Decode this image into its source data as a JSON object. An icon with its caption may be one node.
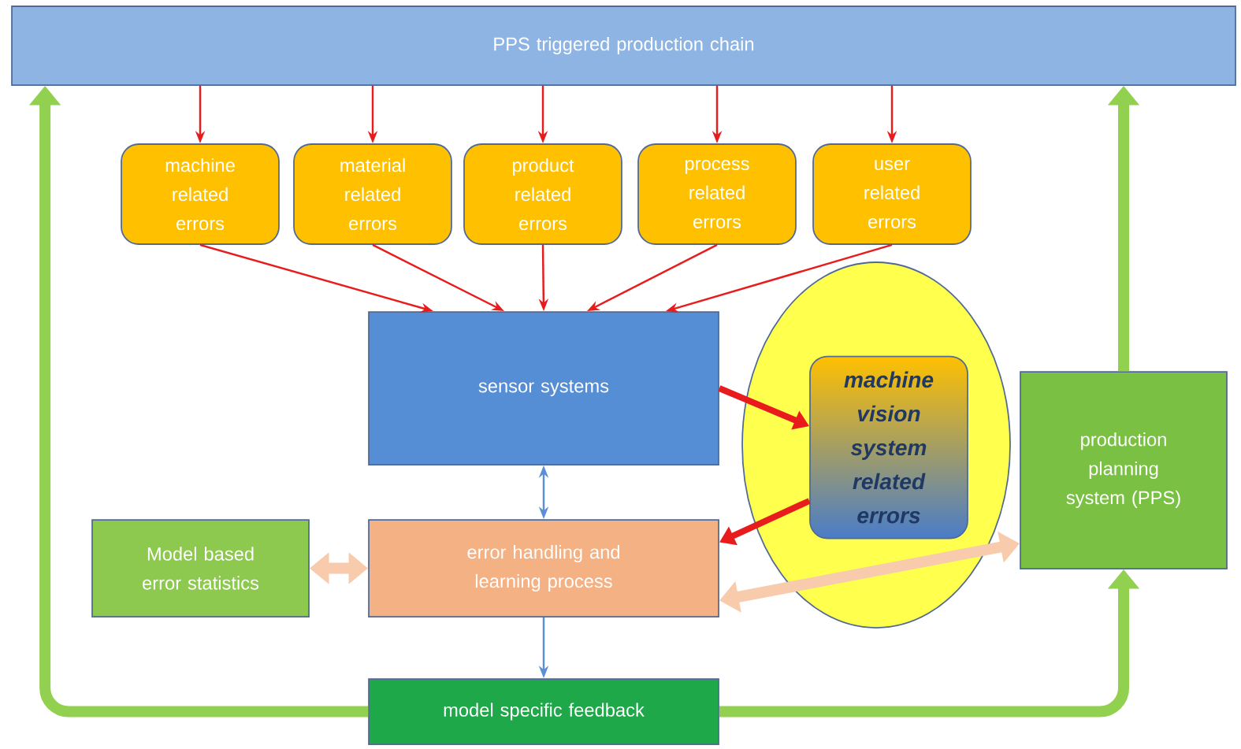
{
  "diagram": {
    "nodes": [
      {
        "text": [
          "PPS triggered production chain"
        ]
      },
      {
        "text": [
          "machine related errors"
        ]
      },
      {
        "text": [
          "material related errors"
        ]
      },
      {
        "text": [
          "product related errors"
        ]
      },
      {
        "text": [
          "process related errors"
        ]
      },
      {
        "text": [
          "user related errors"
        ]
      },
      {
        "text": [
          "sensor systems"
        ]
      },
      {
        "text": [],
        "shape": "ellipse"
      },
      {
        "text": [
          "machine vision system related errors"
        ],
        "in": 7
      },
      {
        "text": [
          "Model based error statistics"
        ]
      },
      {
        "text": [
          "error handling and learning process"
        ]
      },
      {
        "text": [
          "production planning system (PPS)"
        ]
      },
      {
        "text": [
          "model specific feedback"
        ]
      }
    ],
    "edges": [
      {
        "from": 0,
        "to": 1,
        "arrow": "to"
      },
      {
        "from": 0,
        "to": 2,
        "arrow": "to"
      },
      {
        "from": 0,
        "to": 3,
        "arrow": "to"
      },
      {
        "from": 0,
        "to": 4,
        "arrow": "to"
      },
      {
        "from": 0,
        "to": 5,
        "arrow": "to"
      },
      {
        "from": 1,
        "to": 6,
        "arrow": "to"
      },
      {
        "from": 2,
        "to": 6,
        "arrow": "to"
      },
      {
        "from": 3,
        "to": 6,
        "arrow": "to"
      },
      {
        "from": 4,
        "to": 6,
        "arrow": "to"
      },
      {
        "from": 5,
        "to": 6,
        "arrow": "to"
      },
      {
        "from": 6,
        "to": 8,
        "arrow": "to",
        "style": "thick"
      },
      {
        "from": 8,
        "to": 10,
        "arrow": "to",
        "style": "thick"
      },
      {
        "from": 6,
        "to": 10,
        "arrow": "both",
        "color": "#5b8fd6"
      },
      {
        "from": 9,
        "to": 10,
        "arrow": "both",
        "style": "thick",
        "color": "#f8cbad"
      },
      {
        "from": 10,
        "to": 11,
        "arrow": "both",
        "style": "thick",
        "color": "#f8cbad"
      },
      {
        "from": 10,
        "to": 12,
        "arrow": "to",
        "color": "#5b8fd6"
      },
      {
        "from": 12,
        "to": 0,
        "arrow": "to",
        "style": "thick",
        "color": "#92d050"
      },
      {
        "from": 12,
        "to": 11,
        "arrow": "to",
        "style": "thick",
        "color": "#92d050"
      },
      {
        "from": 11,
        "to": 0,
        "arrow": "to",
        "style": "thick",
        "color": "#92d050"
      }
    ]
  }
}
